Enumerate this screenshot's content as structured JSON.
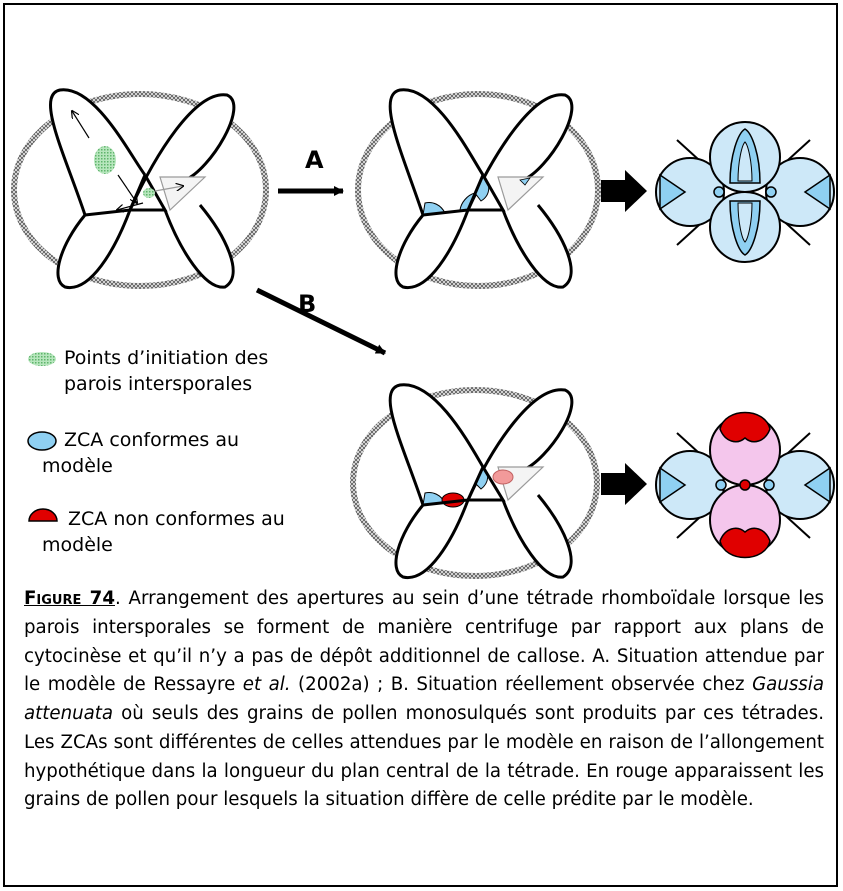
{
  "labels": {
    "arrow_a": "A",
    "arrow_b": "B"
  },
  "legend": {
    "green_line1": "Points d’initiation des",
    "green_line2": "parois intersporales",
    "blue_line1": "ZCA conformes au",
    "blue_line2": "modèle",
    "red_line1": "ZCA non conformes au",
    "red_line2": "modèle"
  },
  "caption": {
    "fig_label": "Figure 74",
    "t1": ". Arrangement des apertures au sein d’une tétrade rhomboïdale lorsque les parois intersporales se forment de manière centrifuge par rapport aux plans de cytocinèse et qu’il n’y a pas de dépôt additionnel de callose. A. Situation attendue par le modèle de Ressayre ",
    "i1": "et al.",
    "t2": " (2002a) ; B. Situation réellement observée chez ",
    "i2": "Gaussia attenuata",
    "t3": " où seuls des grains de pollen monosulqués sont produits par ces tétrades. Les ZCAs sont différentes de celles attendues par le modèle en raison de l’allongement hypothétique dans la longueur du plan central de la tétrade. En rouge apparaissent les grains de pollen pour lesquels la situation diffère de celle prédite par le modèle."
  },
  "colors": {
    "blue_fill": "#8fd0f2",
    "light_blue_fill": "#cde8f8",
    "red_fill": "#e00000",
    "pink_fill": "#f4c6ec",
    "green_fill": "#8fd49a",
    "ring_gray": "#a0a0a0"
  }
}
